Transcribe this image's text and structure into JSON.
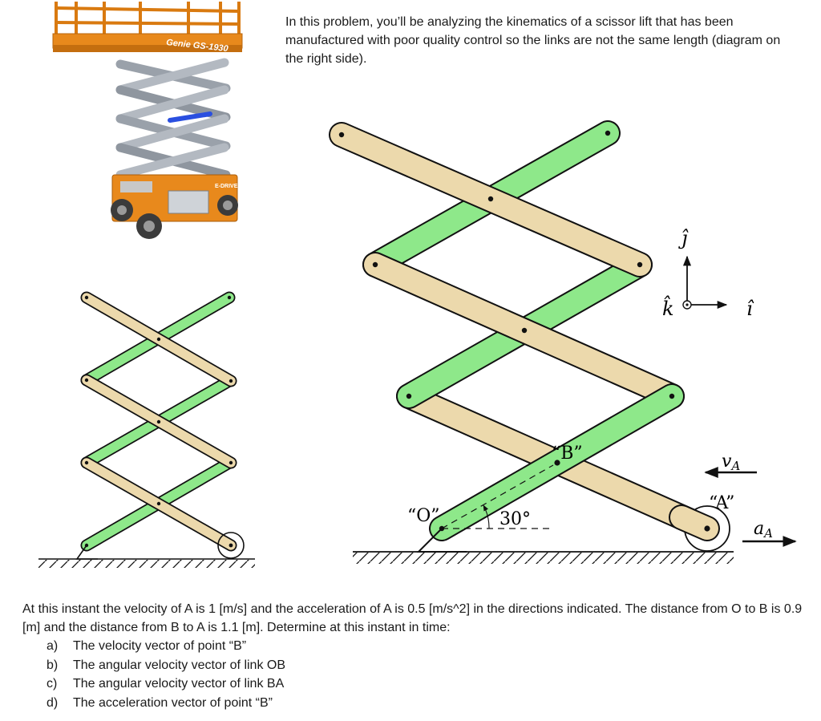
{
  "intro": "In this problem, you’ll be analyzing the kinematics of a scissor lift that has been manufactured with poor quality control so the links are not the same length (diagram on the right side).",
  "photo": {
    "brand_text": "Genie GS-1930",
    "drive_text": "E-DRIVE"
  },
  "diagram": {
    "label_O": "“O”",
    "label_B": "“B”",
    "label_A": "“A”",
    "angle": "30°",
    "vA": "v",
    "vA_sub": "A",
    "aA": "a",
    "aA_sub": "A",
    "unit_j": "ĵ",
    "unit_k": "k̂",
    "unit_i": "î"
  },
  "problem": {
    "statement": "At this instant the velocity of A is 1 [m/s] and the acceleration of A is 0.5 [m/s^2] in the directions indicated. The distance from O to B is 0.9 [m] and the distance from B to A is 1.1 [m]. Determine at this instant in time:",
    "tasks": [
      {
        "marker": "a)",
        "text": "The velocity vector of point “B”"
      },
      {
        "marker": "b)",
        "text": "The angular velocity vector of link OB"
      },
      {
        "marker": "c)",
        "text": "The angular velocity vector of link BA"
      },
      {
        "marker": "d)",
        "text": "The acceleration vector of point “B”"
      }
    ]
  },
  "colors": {
    "green_link": "#8ee88a",
    "tan_link": "#ecd9ac",
    "outline": "#111111",
    "photo_orange": "#e8891c",
    "photo_steel": "#9aa1aa"
  }
}
